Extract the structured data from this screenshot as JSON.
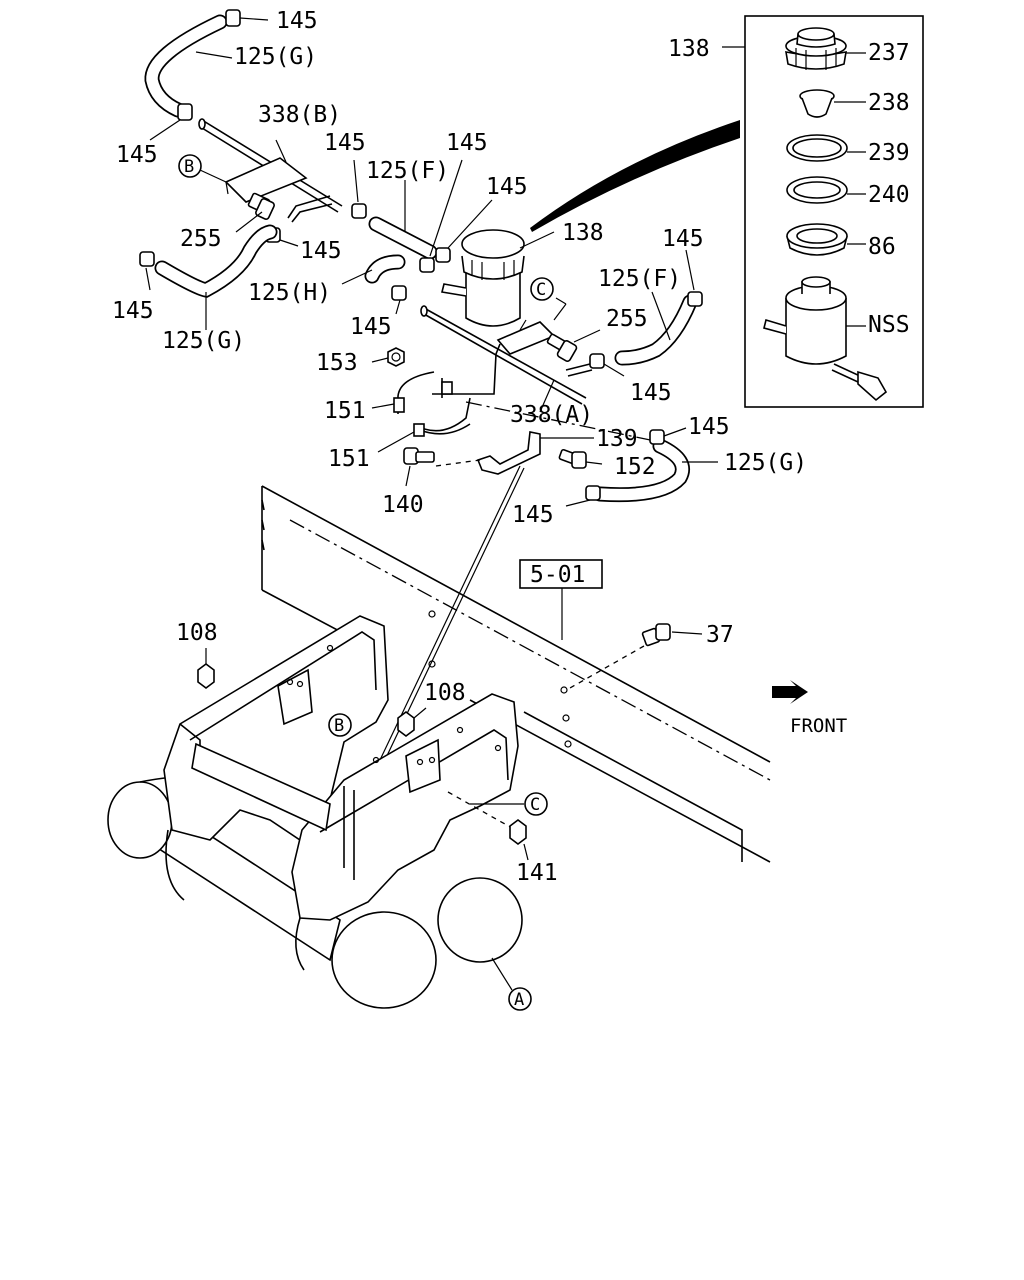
{
  "colors": {
    "line": "#000000",
    "background": "#ffffff"
  },
  "labels": {
    "l145_a": "145",
    "l125g_a": "125(G)",
    "l338b": "338(B)",
    "l145_b": "145",
    "l145_c": "145",
    "l125f_a": "125(F)",
    "l145_d": "145",
    "l145_e": "145",
    "l255_a": "255",
    "l145_f": "145",
    "l145_g": "145",
    "l125h": "125(H)",
    "l125g_b": "125(G)",
    "l138_a": "138",
    "l138_b": "138",
    "l145_h": "145",
    "l125f_b": "125(F)",
    "l255_b": "255",
    "l145_i": "145",
    "l145_j": "145",
    "l153": "153",
    "l151_a": "151",
    "l151_b": "151",
    "l338a": "338(A)",
    "l139": "139",
    "l145_k": "145",
    "l125g_c": "125(G)",
    "l140": "140",
    "l152": "152",
    "l145_l": "145",
    "l237": "237",
    "l238": "238",
    "l239": "239",
    "l240": "240",
    "l86": "86",
    "lnss": "NSS",
    "l501": "5-01",
    "l37": "37",
    "lfront": "FRONT",
    "l108_a": "108",
    "l108_b": "108",
    "l141": "141"
  },
  "callouts": {
    "a": "A",
    "b": "B",
    "c": "C"
  }
}
